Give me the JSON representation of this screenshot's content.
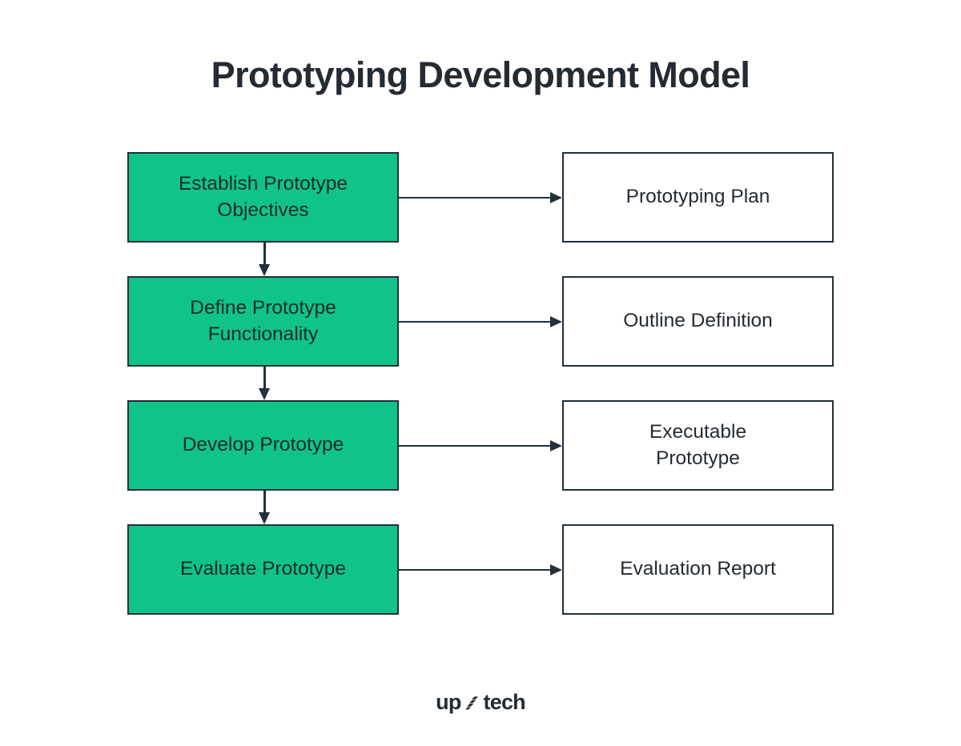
{
  "title": "Prototyping Development Model",
  "colors": {
    "background": "#ffffff",
    "stage_fill": "#0fc38b",
    "outline": "#22303a",
    "title_text": "#252b33",
    "stage_text": "#1b2b29",
    "output_text": "#252b33"
  },
  "diagram": {
    "type": "flowchart",
    "orientation": "vertical-sequence-with-side-outputs",
    "rows": [
      {
        "stage": "Establish Prototype\nObjectives",
        "output": "Prototyping Plan",
        "arrow_to_output": "right-arrow",
        "arrow_to_next_stage": "down-arrow"
      },
      {
        "stage": "Define Prototype\nFunctionality",
        "output": "Outline Definition",
        "arrow_to_output": "right-arrow",
        "arrow_to_next_stage": "down-arrow"
      },
      {
        "stage": "Develop Prototype",
        "output": "Executable\nPrototype",
        "arrow_to_output": "right-arrow",
        "arrow_to_next_stage": "down-arrow"
      },
      {
        "stage": "Evaluate Prototype",
        "output": "Evaluation Report",
        "arrow_to_output": "right-arrow",
        "arrow_to_next_stage": null
      }
    ]
  },
  "footer": {
    "logo_prefix": "up",
    "logo_suffix": "tech",
    "logo_mark": "stair-step-mark"
  }
}
